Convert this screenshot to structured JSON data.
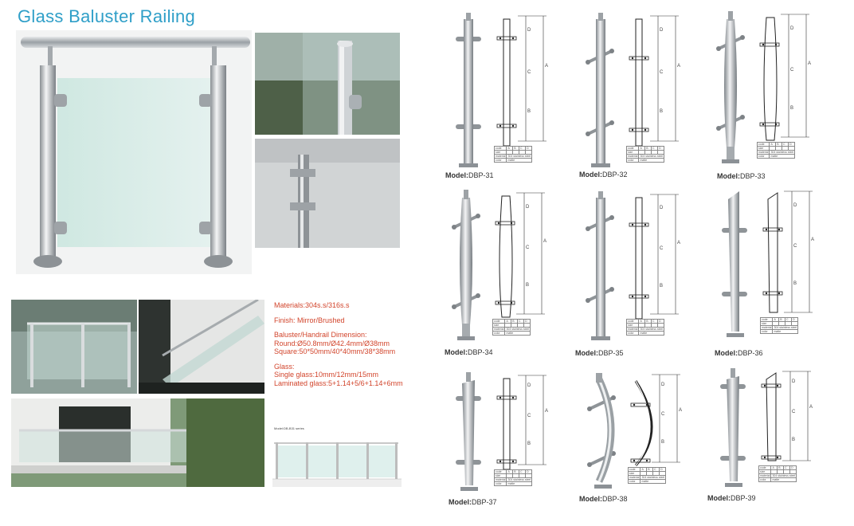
{
  "title": "Glass Baluster Railing",
  "specs": {
    "materials": "Materials:304s.s/316s.s",
    "finish": "Finish: Mirror/Brushed",
    "dimension_heading": "Baluster/Handrail Dimension:",
    "round": "Round:Ø50.8mm/Ø42.4mm/Ø38mm",
    "square": "Square:50*50mm/40*40mm/38*38mm",
    "glass_heading": "Glass:",
    "single_glass": "Single glass:10mm/12mm/15mm",
    "laminated_glass": "Laminated glass:5+1.14+5/6+1.14+6mm"
  },
  "drawing_caption": "Model:DB-B31 series",
  "table_labels": {
    "code": "code",
    "size": "size",
    "material": "material",
    "color": "color",
    "material_value": "304 stainless steel",
    "color_value": "matte",
    "cols": [
      "A",
      "B",
      "C",
      "D"
    ]
  },
  "models": [
    {
      "label": "Model:",
      "code": "DBP-31"
    },
    {
      "label": "Model:",
      "code": "DBP-32"
    },
    {
      "label": "Model:",
      "code": "DBP-33"
    },
    {
      "label": "Model:",
      "code": "DBP-34"
    },
    {
      "label": "Model:",
      "code": "DBP-35"
    },
    {
      "label": "Model:",
      "code": "DBP-36"
    },
    {
      "label": "Model:",
      "code": "DBP-37"
    },
    {
      "label": "Model:",
      "code": "DBP-38"
    },
    {
      "label": "Model:",
      "code": "DBP-39"
    }
  ],
  "colors": {
    "title": "#2f9fc8",
    "spec_text": "#d2452c",
    "steel": "#b8bcc0",
    "glass": "#cfe9e4"
  }
}
